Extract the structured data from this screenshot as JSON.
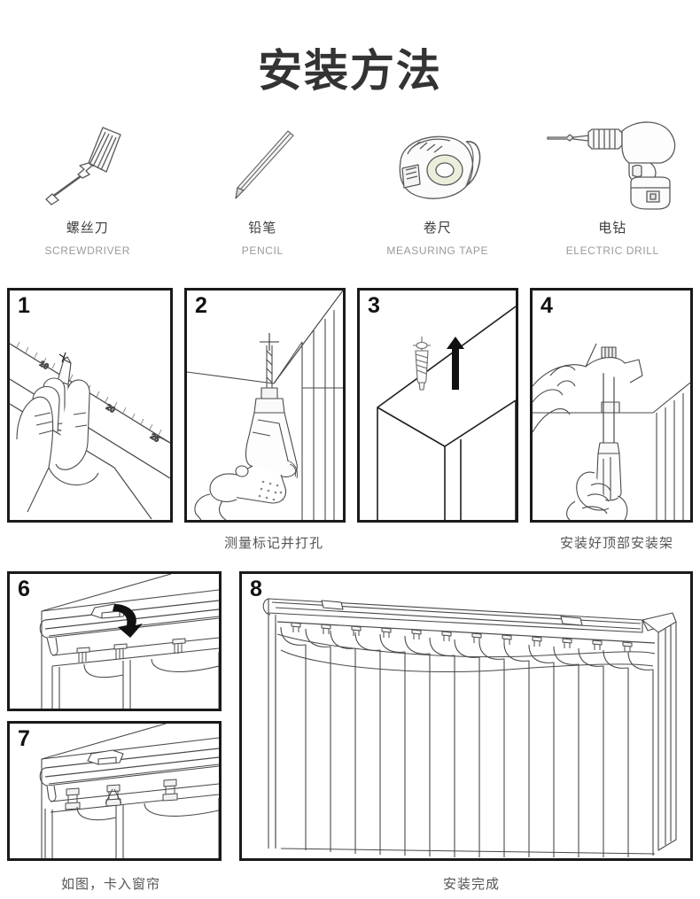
{
  "title": "安装方法",
  "tools": [
    {
      "icon": "screwdriver-icon",
      "name_cn": "螺丝刀",
      "name_en": "SCREWDRIVER"
    },
    {
      "icon": "pencil-icon",
      "name_cn": "铅笔",
      "name_en": "PENCIL"
    },
    {
      "icon": "measuring-tape-icon",
      "name_cn": "卷尺",
      "name_en": "MEASURING TAPE"
    },
    {
      "icon": "electric-drill-icon",
      "name_cn": "电钻",
      "name_en": "ELECTRIC DRILL"
    }
  ],
  "steps": [
    {
      "number": "1",
      "subject": "hand marking wall with pencil against ruler",
      "ruler_marks": [
        "10",
        "20",
        "25"
      ]
    },
    {
      "number": "2",
      "subject": "drilling hole in ceiling with electric drill"
    },
    {
      "number": "3",
      "subject": "wall anchor inserted into drilled ceiling hole, arrow pointing up"
    },
    {
      "number": "4",
      "subject": "driving screw into mounting bracket with screwdriver"
    },
    {
      "number": "6",
      "subject": "clipping curtain track into ceiling bracket, curved arrow"
    },
    {
      "number": "7",
      "subject": "curtain track seated in brackets as shown"
    },
    {
      "number": "8",
      "subject": "finished vertical blind curtain installed on track"
    }
  ],
  "captions": {
    "row1_left": "测量标记并打孔",
    "row1_right": "安装好顶部安装架",
    "row2_left": "如图，卡入窗帘",
    "row2_right": "安装完成"
  },
  "colors": {
    "background": "#ffffff",
    "title_text": "#333333",
    "tool_name_cn": "#3d3d3d",
    "tool_name_en": "#9a9a9a",
    "caption_text": "#555555",
    "panel_border": "#1a1a1a",
    "line_art": "#4a4a4a",
    "tape_body": "#e9ecd9"
  }
}
